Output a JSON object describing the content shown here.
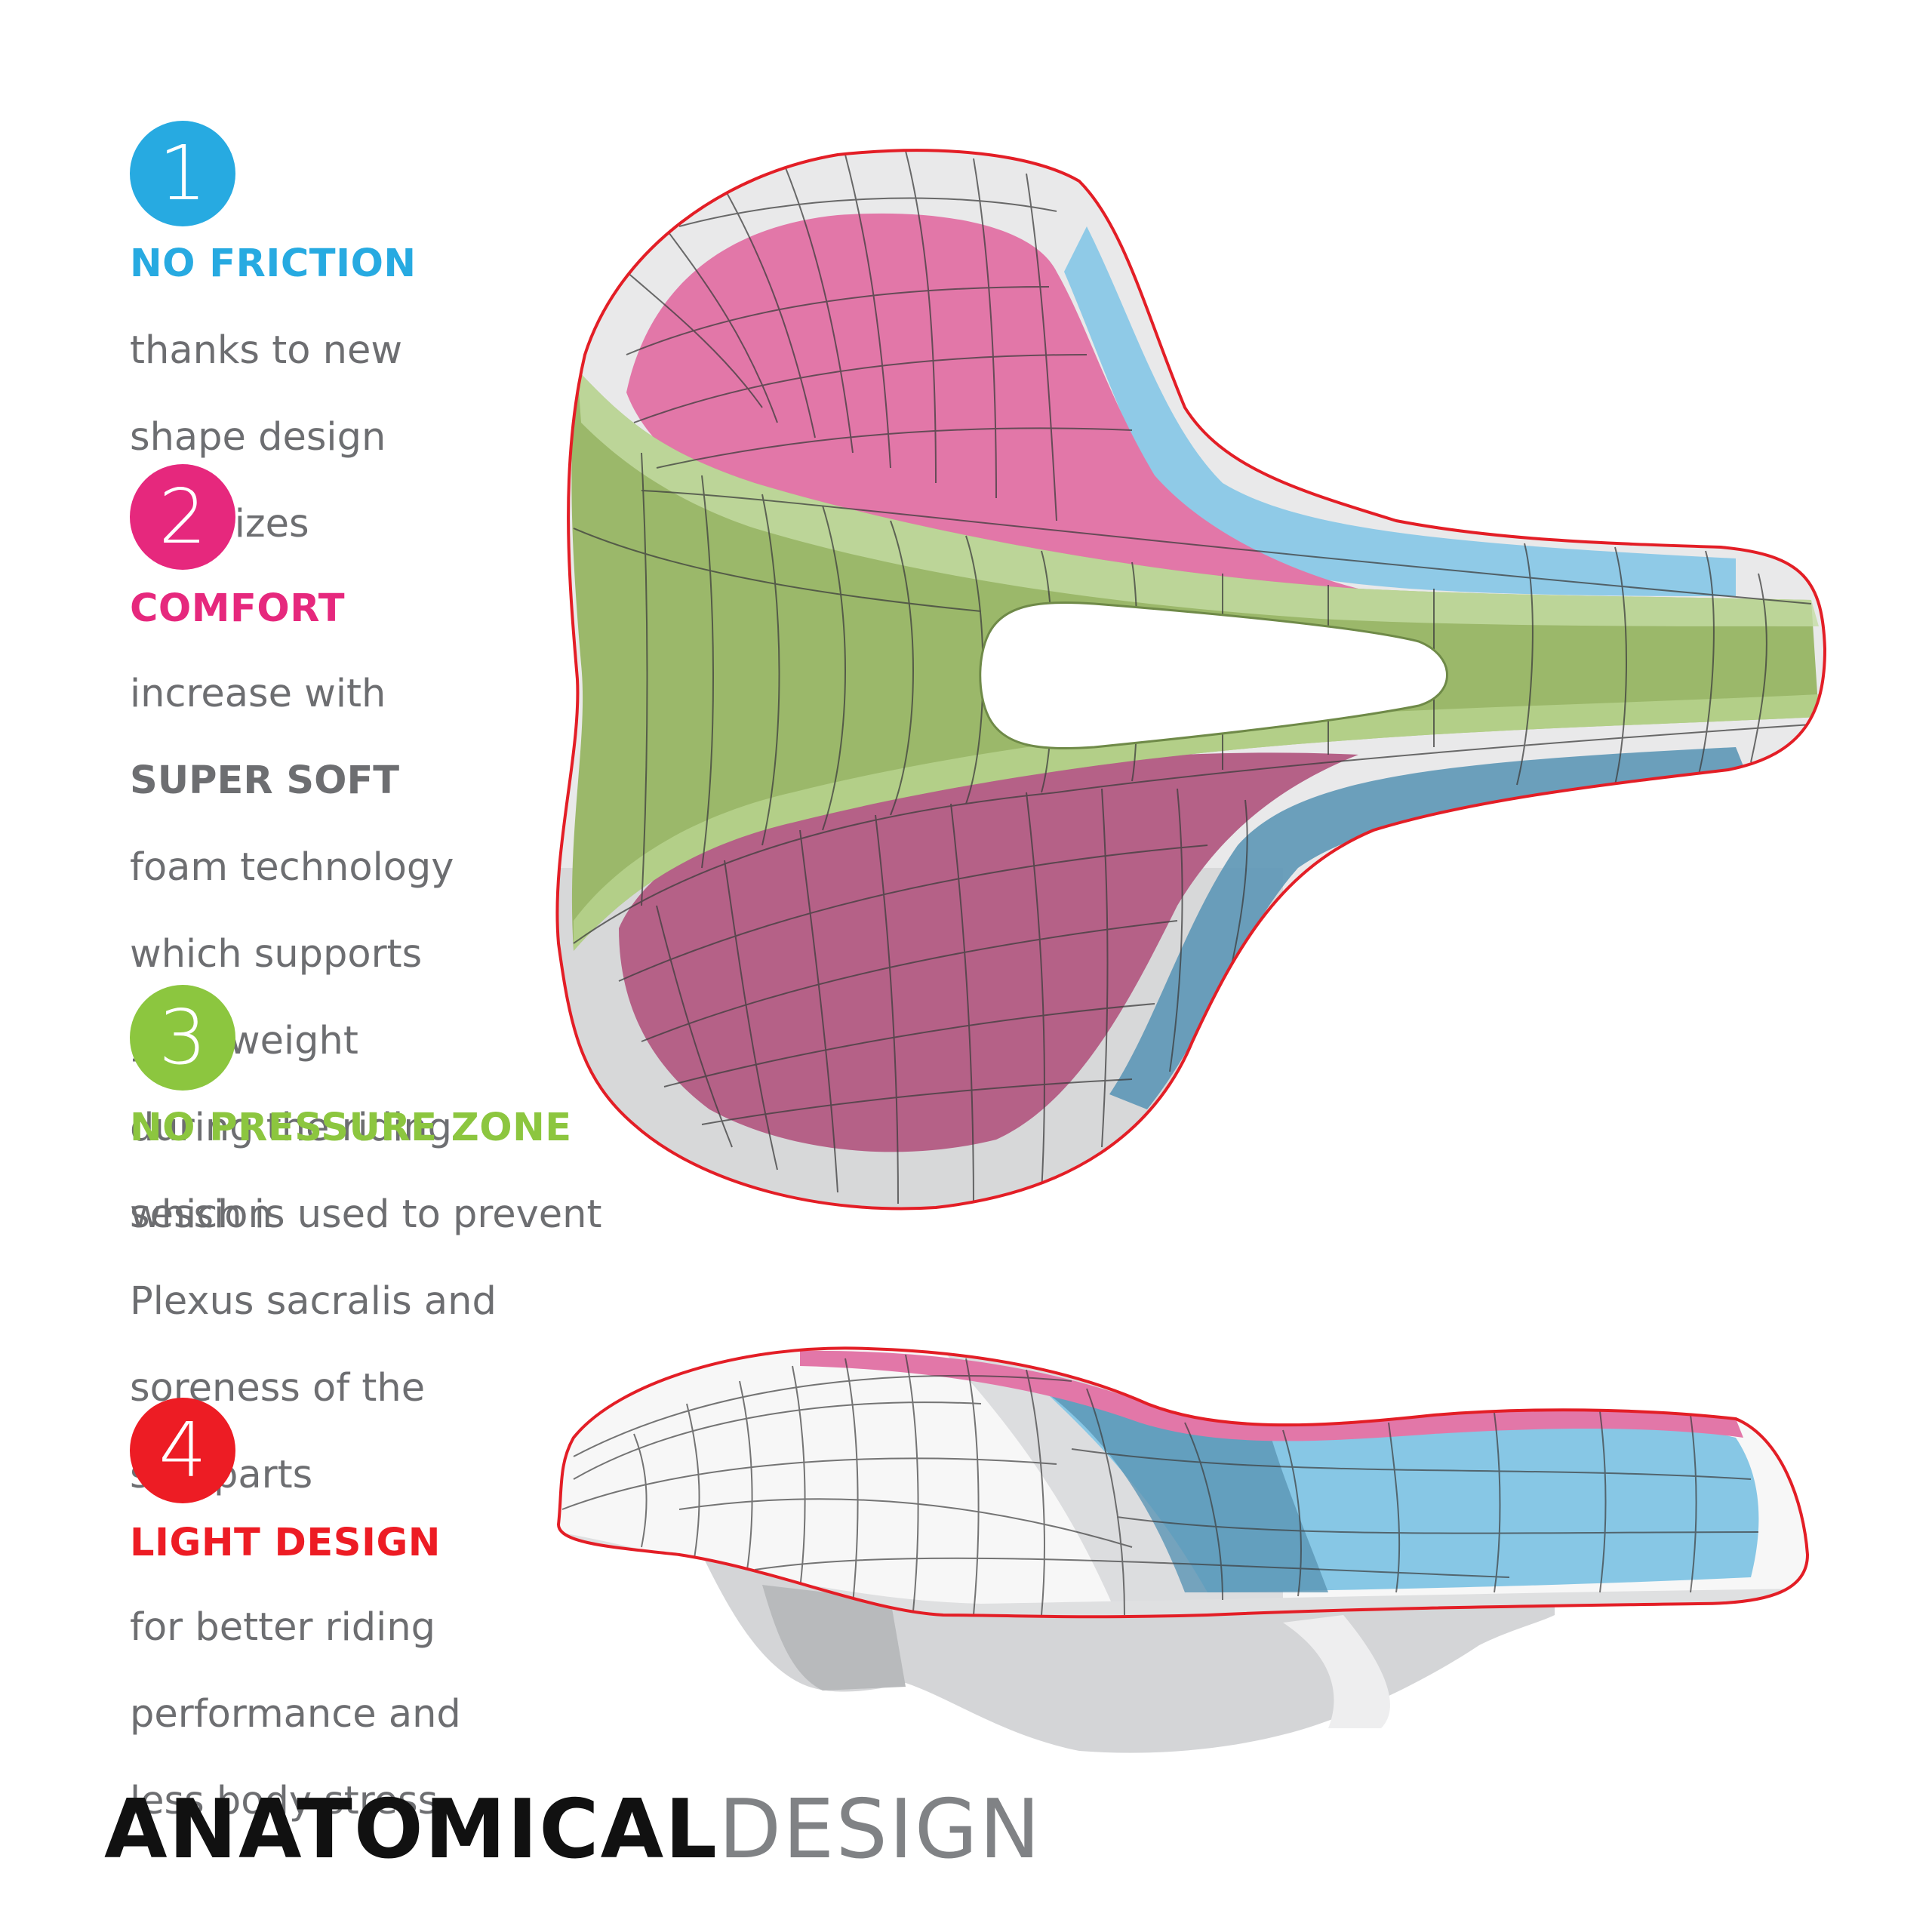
{
  "colors": {
    "blue": "#27aae1",
    "pink": "#e6287d",
    "green": "#8cc63f",
    "red": "#ed1c24",
    "text_gray": "#6d6e71"
  },
  "features": [
    {
      "number": "1",
      "title": "NO FRICTION",
      "lines": [
        "thanks to new",
        "shape design",
        "and sizes"
      ]
    },
    {
      "number": "2",
      "title": "COMFORT",
      "line1": "increase with",
      "emphasis": "SUPER SOFT",
      "lines": [
        "foam technology",
        "which supports",
        "your weight",
        "during the riding",
        "session"
      ]
    },
    {
      "number": "3",
      "title": "NO PRESSURE ZONE",
      "lines": [
        "which is used to prevent",
        "Plexus sacralis and",
        "soreness of the",
        "soft parts"
      ]
    },
    {
      "number": "4",
      "title": "LIGHT DESIGN",
      "lines": [
        "for better riding",
        "performance and",
        "less body stress"
      ]
    }
  ],
  "footer": {
    "strong": "ANATOMICAL",
    "light": "DESIGN"
  }
}
